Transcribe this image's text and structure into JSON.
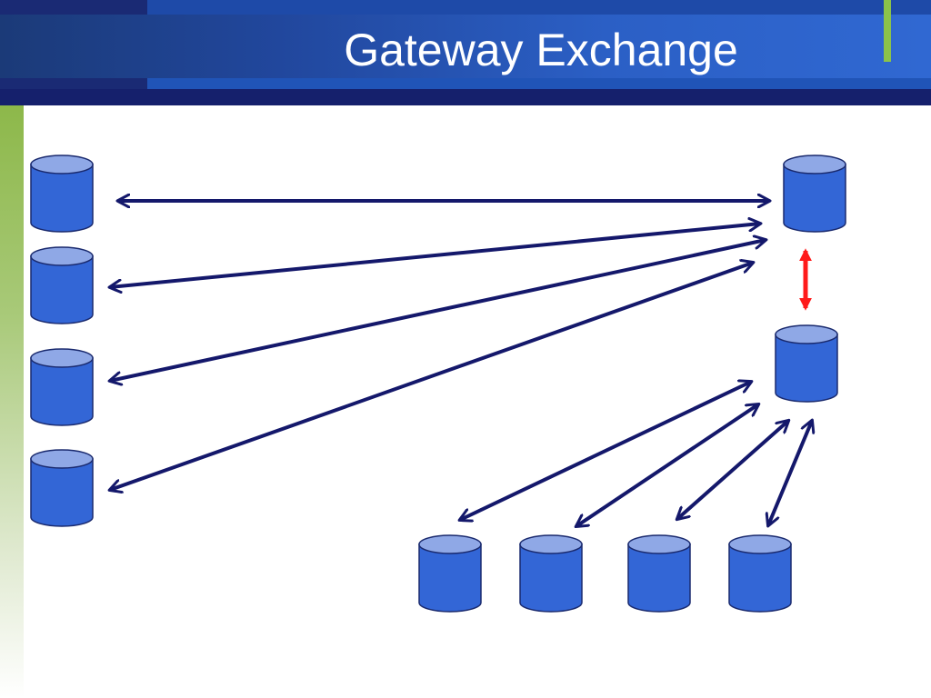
{
  "slide": {
    "title": "Gateway Exchange"
  },
  "colors": {
    "cylinder_fill": "#3366d6",
    "cylinder_top": "#8fa8e6",
    "cylinder_stroke": "#1a2a6e",
    "arrow_navy": "#14186b",
    "arrow_red": "#ff1a1a",
    "accent_green": "#8bc34a"
  },
  "diagram": {
    "node_shape": "database-cylinder",
    "nodes": [
      {
        "id": "left-db-1"
      },
      {
        "id": "left-db-2"
      },
      {
        "id": "left-db-3"
      },
      {
        "id": "left-db-4"
      },
      {
        "id": "gateway-db-upper"
      },
      {
        "id": "gateway-db-lower"
      },
      {
        "id": "bottom-db-1"
      },
      {
        "id": "bottom-db-2"
      },
      {
        "id": "bottom-db-3"
      },
      {
        "id": "bottom-db-4"
      }
    ],
    "links": [
      {
        "from": "left-db-1",
        "to": "gateway-db-upper",
        "type": "bidirectional",
        "color": "navy"
      },
      {
        "from": "left-db-2",
        "to": "gateway-db-upper",
        "type": "bidirectional",
        "color": "navy"
      },
      {
        "from": "left-db-3",
        "to": "gateway-db-upper",
        "type": "bidirectional",
        "color": "navy"
      },
      {
        "from": "left-db-4",
        "to": "gateway-db-upper",
        "type": "bidirectional",
        "color": "navy"
      },
      {
        "from": "gateway-db-upper",
        "to": "gateway-db-lower",
        "type": "bidirectional",
        "color": "red"
      },
      {
        "from": "gateway-db-lower",
        "to": "bottom-db-1",
        "type": "bidirectional",
        "color": "navy"
      },
      {
        "from": "gateway-db-lower",
        "to": "bottom-db-2",
        "type": "bidirectional",
        "color": "navy"
      },
      {
        "from": "gateway-db-lower",
        "to": "bottom-db-3",
        "type": "bidirectional",
        "color": "navy"
      },
      {
        "from": "gateway-db-lower",
        "to": "bottom-db-4",
        "type": "bidirectional",
        "color": "navy"
      }
    ]
  }
}
